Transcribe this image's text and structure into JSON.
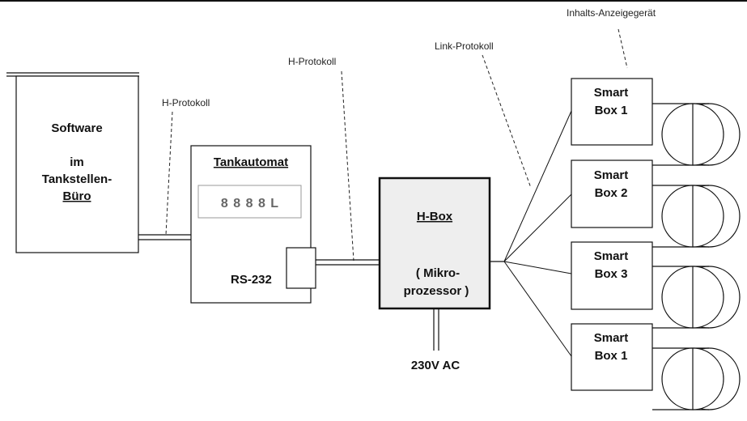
{
  "annotations": {
    "inhalts": "Inhalts-Anzeigegerät",
    "link_protokoll": "Link-Protokoll",
    "h_protokoll_mid": "H-Protokoll",
    "h_protokoll_left": "H-Protokoll"
  },
  "software_box": {
    "line1": "Software",
    "line2": "im",
    "line3": "Tankstellen-",
    "line4": "Büro"
  },
  "tankautomat": {
    "title": "Tankautomat",
    "display": "8 8 8 8 L",
    "port": "RS-232"
  },
  "hbox": {
    "title": "H-Box",
    "line1": "( Mikro-",
    "line2": "prozessor )",
    "power": "230V AC"
  },
  "smart_boxes": [
    {
      "line1": "Smart",
      "line2": "Box 1"
    },
    {
      "line1": "Smart",
      "line2": "Box 2"
    },
    {
      "line1": "Smart",
      "line2": "Box 3"
    },
    {
      "line1": "Smart",
      "line2": "Box 1"
    }
  ],
  "colors": {
    "line": "#111111",
    "hbox_fill": "#eeeeee",
    "display_text": "#666666"
  }
}
